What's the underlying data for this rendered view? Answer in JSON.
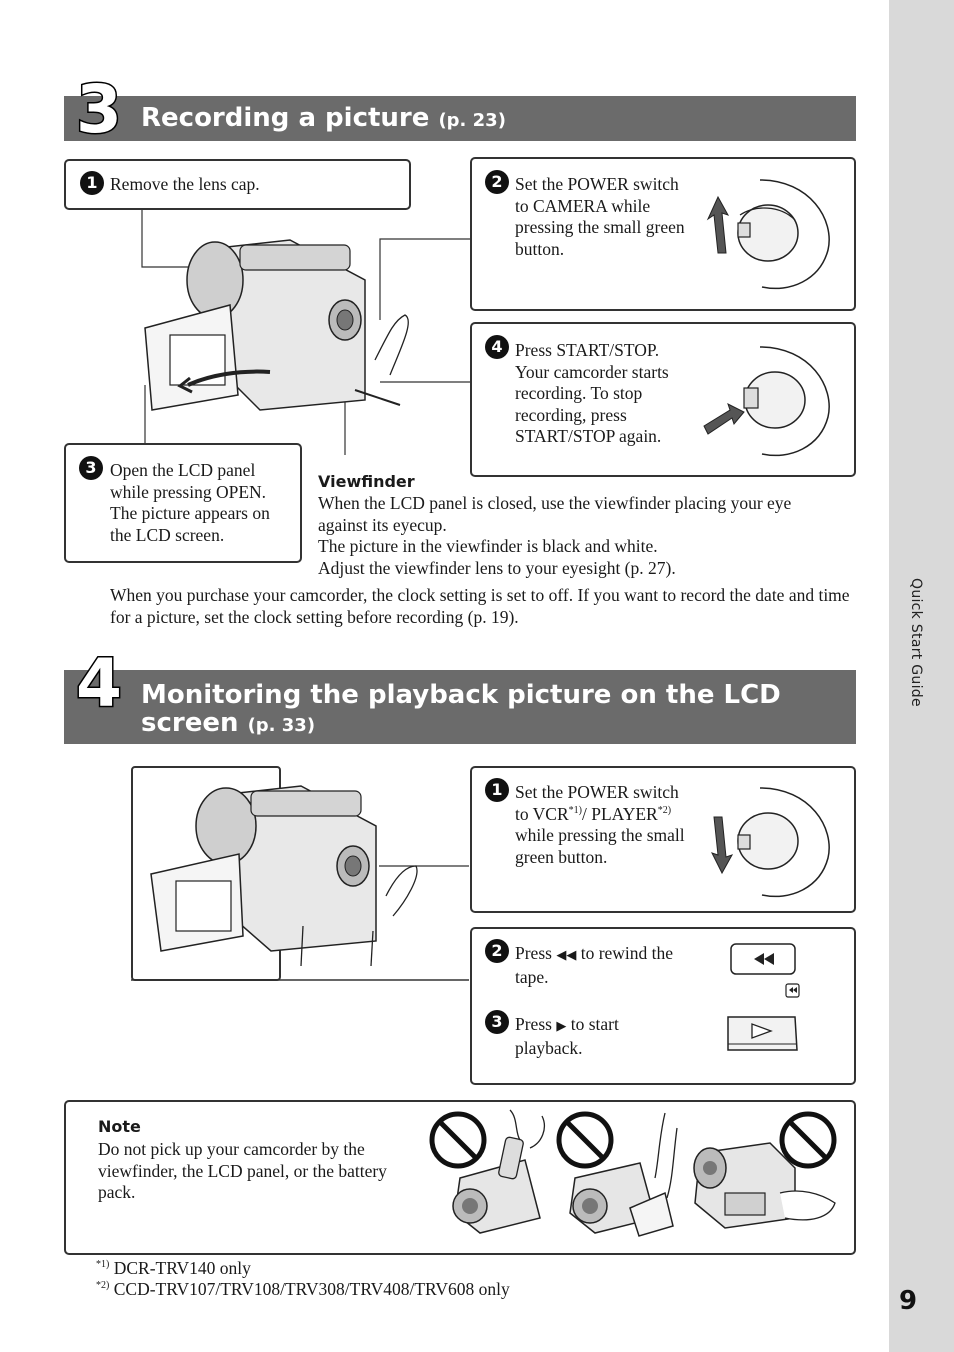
{
  "sidebar": {
    "label": "Quick Start Guide",
    "page_number": "9"
  },
  "section3": {
    "number": "3",
    "title": "Recording a picture",
    "page_ref": "(p. 23)",
    "steps": {
      "s1": {
        "badge": "1",
        "text": "Remove the lens cap."
      },
      "s2": {
        "badge": "2",
        "text": "Set the POWER switch to CAMERA while pressing the small green button."
      },
      "s3": {
        "badge": "3",
        "text": "Open the LCD panel while pressing OPEN. The  picture appears on the LCD screen."
      },
      "s4": {
        "badge": "4",
        "text": "Press START/STOP. Your camcorder starts recording. To stop recording, press START/STOP again."
      }
    },
    "viewfinder": {
      "heading": "Viewfinder",
      "line1": "When the LCD panel is closed, use the viewfinder placing your eye against its eyecup.",
      "line2": "The picture in the viewfinder is black and white.",
      "line3": "Adjust the viewfinder lens to your eyesight (p. 27)."
    },
    "clock_note": "When you purchase your camcorder, the clock setting is set to off. If you want to record the date and time for a picture, set the clock setting before recording (p. 19)."
  },
  "section4": {
    "number": "4",
    "title_line1": "Monitoring the playback picture on the LCD",
    "title_line2": "screen",
    "page_ref": "(p. 33)",
    "steps": {
      "s1": {
        "badge": "1",
        "part1": "Set the POWER switch to VCR",
        "sup1": "*1)",
        "part2": "/ PLAYER",
        "sup2": "*2)",
        "part3": " while pressing the small green button."
      },
      "s2": {
        "badge": "2",
        "text_before": "Press ",
        "symbol": "◀◀",
        "text_after": " to rewind the tape."
      },
      "s3": {
        "badge": "3",
        "text_before": "Press ",
        "symbol": "▶",
        "text_after": " to start playback."
      }
    }
  },
  "note": {
    "heading": "Note",
    "text": "Do not pick up your camcorder by the viewfinder, the LCD panel, or the battery pack."
  },
  "footnotes": [
    {
      "mark": "*1)",
      "text": "DCR-TRV140 only"
    },
    {
      "mark": "*2)",
      "text": "CCD-TRV107/TRV108/TRV308/TRV408/TRV608 only"
    }
  ],
  "icons": {
    "camcorder": "camcorder-illustration",
    "power_switch": "power-switch-illustration",
    "start_stop": "start-stop-button-illustration",
    "rewind": "rewind-button-icon",
    "play": "play-button-icon",
    "prohibited": "prohibited-sign-icon"
  }
}
